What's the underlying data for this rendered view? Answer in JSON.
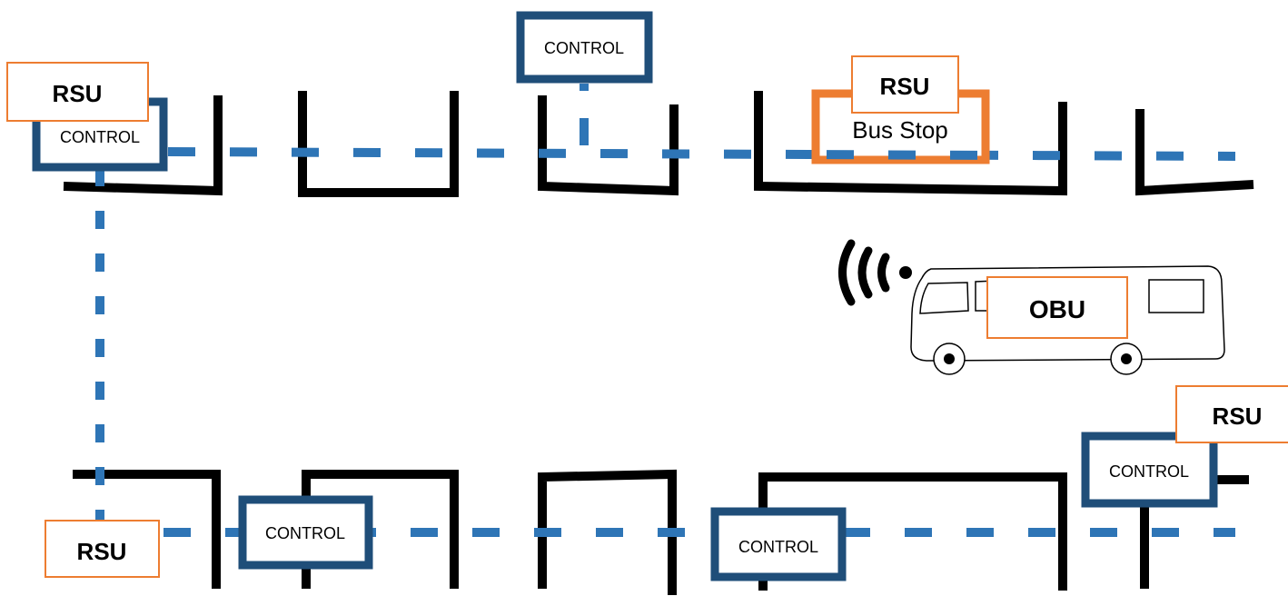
{
  "diagram": {
    "rsu_label": "RSU",
    "control_label": "CONTROL",
    "bus_stop_label": "Bus Stop",
    "obu_label": "OBU"
  },
  "colors": {
    "road_edge": "#000000",
    "network_link": "#2E75B6",
    "control_border": "#1F4E79",
    "rsu_border": "#ED7D31",
    "bus_stop_border": "#ED7D31",
    "background": "#FFFFFF"
  },
  "icons": {
    "bus": "bus-icon",
    "wireless": "wireless-signal-icon"
  }
}
